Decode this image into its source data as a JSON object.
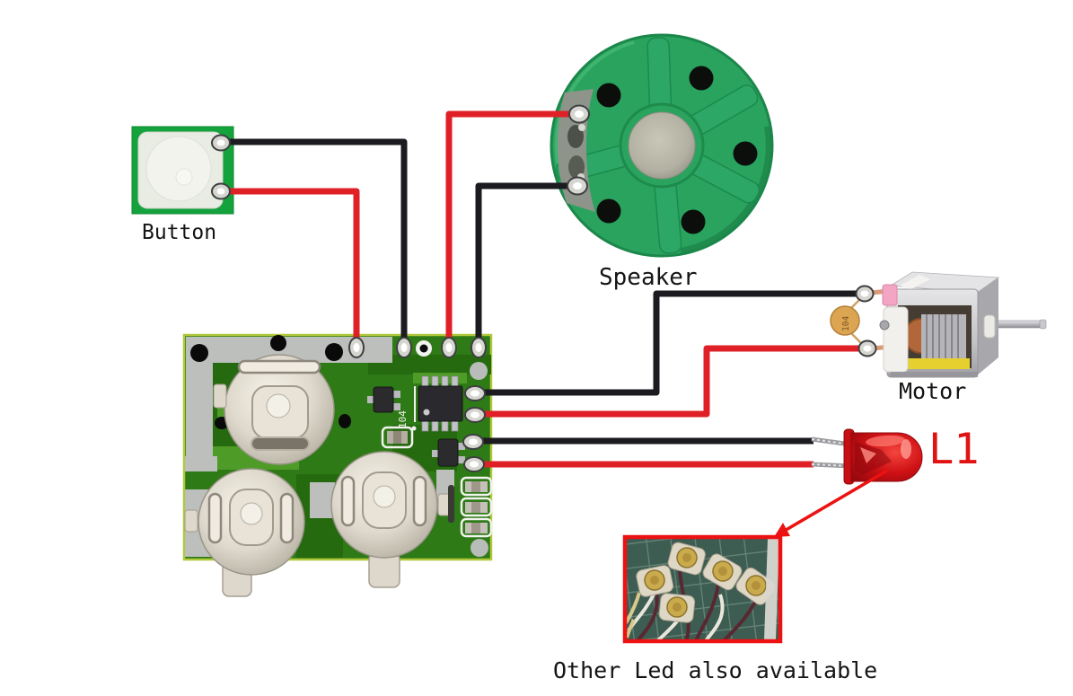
{
  "parts": {
    "button": {
      "label": "Button"
    },
    "speaker": {
      "label": "Speaker"
    },
    "motor": {
      "label": "Motor",
      "capacitor_marking": "104"
    },
    "led": {
      "designator": "L1"
    },
    "sound_module_pcb": {
      "capacitor_marking": "104"
    },
    "other_leds": {
      "caption": "Other Led also available"
    }
  },
  "connections": [
    {
      "color": "black",
      "from": "button",
      "to": "pcb top terminal 2"
    },
    {
      "color": "red",
      "from": "button",
      "to": "pcb top terminal 1"
    },
    {
      "color": "red",
      "from": "speaker",
      "to": "pcb top terminal 3"
    },
    {
      "color": "black",
      "from": "speaker",
      "to": "pcb top terminal 4"
    },
    {
      "color": "black",
      "from": "pcb right terminal 1",
      "to": "motor"
    },
    {
      "color": "red",
      "from": "pcb right terminal 2",
      "to": "motor"
    },
    {
      "color": "black",
      "from": "pcb right terminal 3",
      "to": "led L1"
    },
    {
      "color": "red",
      "from": "pcb right terminal 4",
      "to": "led L1"
    }
  ],
  "colors": {
    "wire_red": "#df2027",
    "wire_black": "#1b1b20",
    "pcb_green": "#2e7a16",
    "button_pcb_green": "#14a23c",
    "speaker_green": "#2aa35f",
    "led_body_red": "#c50f14",
    "led_label_red": "#e01212",
    "accent_red": "#ec1212",
    "photo_mat_green": "#3d5c52",
    "label_black": "#141414"
  }
}
